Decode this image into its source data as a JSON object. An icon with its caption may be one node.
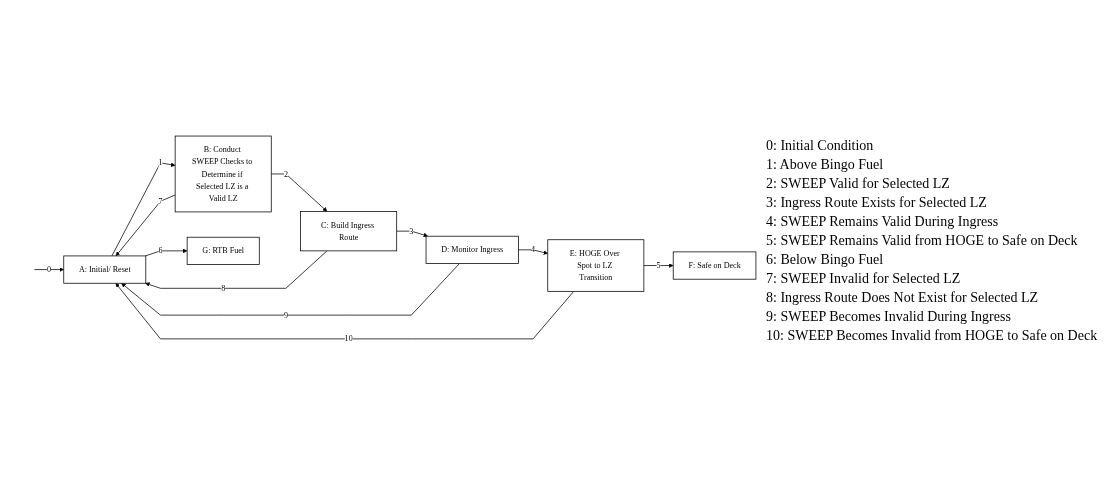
{
  "diagram": {
    "nodes": [
      {
        "text": [
          "A: Initial/ Reset"
        ]
      },
      {
        "text": [
          "B: Conduct SWEEP Checks to Determine if Selected LZ is a Valid LZ"
        ]
      },
      {
        "text": [
          "C: Build Ingress Route"
        ]
      },
      {
        "text": [
          "D: Monitor Ingress"
        ]
      },
      {
        "text": [
          "E: HOGE Over Spot to LZ Transition"
        ]
      },
      {
        "text": [
          "F: Safe on Deck"
        ]
      },
      {
        "text": [
          "G: RTB Fuel"
        ]
      }
    ],
    "edges": [
      {
        "from": null,
        "to": 0,
        "arrow": "to",
        "label": "0"
      },
      {
        "from": 0,
        "to": 1,
        "arrow": "to",
        "label": "1"
      },
      {
        "from": 1,
        "to": 2,
        "arrow": "to",
        "label": "2"
      },
      {
        "from": 2,
        "to": 3,
        "arrow": "to",
        "label": "3"
      },
      {
        "from": 3,
        "to": 4,
        "arrow": "to",
        "label": "4"
      },
      {
        "from": 4,
        "to": 5,
        "arrow": "to",
        "label": "5"
      },
      {
        "from": 0,
        "to": 6,
        "arrow": "to",
        "label": "6"
      },
      {
        "from": 1,
        "to": 0,
        "arrow": "to",
        "label": "7"
      },
      {
        "from": 2,
        "to": 0,
        "arrow": "to",
        "label": "8"
      },
      {
        "from": 3,
        "to": 0,
        "arrow": "to",
        "label": "9"
      },
      {
        "from": 4,
        "to": 0,
        "arrow": "to",
        "label": "10"
      }
    ],
    "labels": [
      "0: Initial Condition",
      "1: Above Bingo Fuel",
      "2: SWEEP Valid for Selected LZ",
      "3: Ingress Route Exists for Selected LZ",
      "4: SWEEP Remains Valid During Ingress",
      "5: SWEEP Remains Valid from HOGE to Safe on Deck",
      "6: Below Bingo Fuel",
      "7: SWEEP Invalid for Selected LZ",
      "8: Ingress Route Does Not Exist for Selected LZ",
      "9: SWEEP Becomes Invalid During Ingress",
      "10: SWEEP Becomes Invalid from HOGE to Safe on Deck"
    ]
  }
}
